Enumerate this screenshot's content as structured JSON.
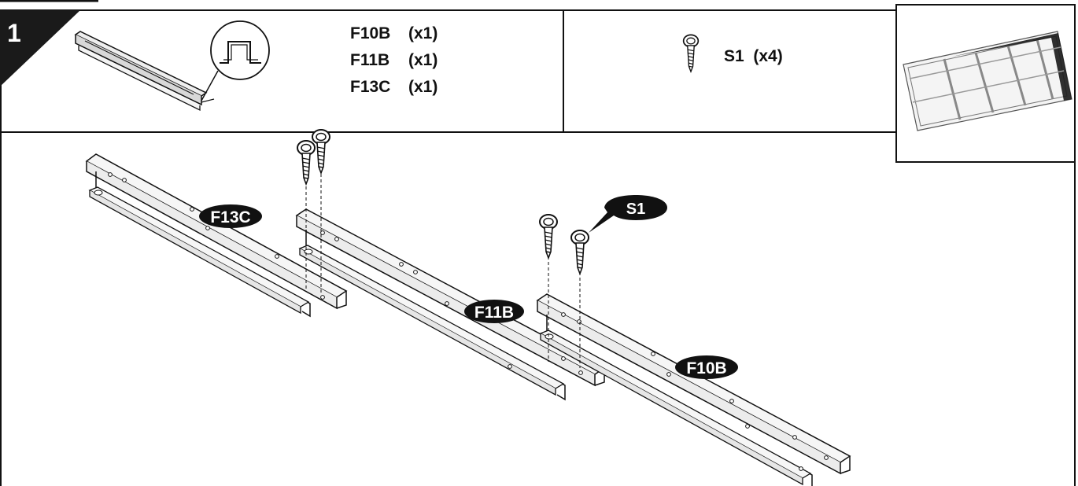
{
  "step": {
    "number": "1"
  },
  "parts_list": [
    {
      "code": "F10B",
      "qty": "(x1)"
    },
    {
      "code": "F11B",
      "qty": "(x1)"
    },
    {
      "code": "F13C",
      "qty": "(x1)"
    }
  ],
  "hardware": {
    "code": "S1",
    "qty": "(x4)"
  },
  "callouts": {
    "f13c": "F13C",
    "f11b": "F11B",
    "f10b": "F10B",
    "s1": "S1"
  },
  "colors": {
    "ink": "#111111",
    "background": "#ffffff",
    "part_fill": "#f2f2f2",
    "preview_dark": "#1a1a1a"
  },
  "icons": [
    "step-badge",
    "rail-profile-icon",
    "cross-section-icon",
    "screw-icon",
    "finished-frame-thumbnail"
  ]
}
